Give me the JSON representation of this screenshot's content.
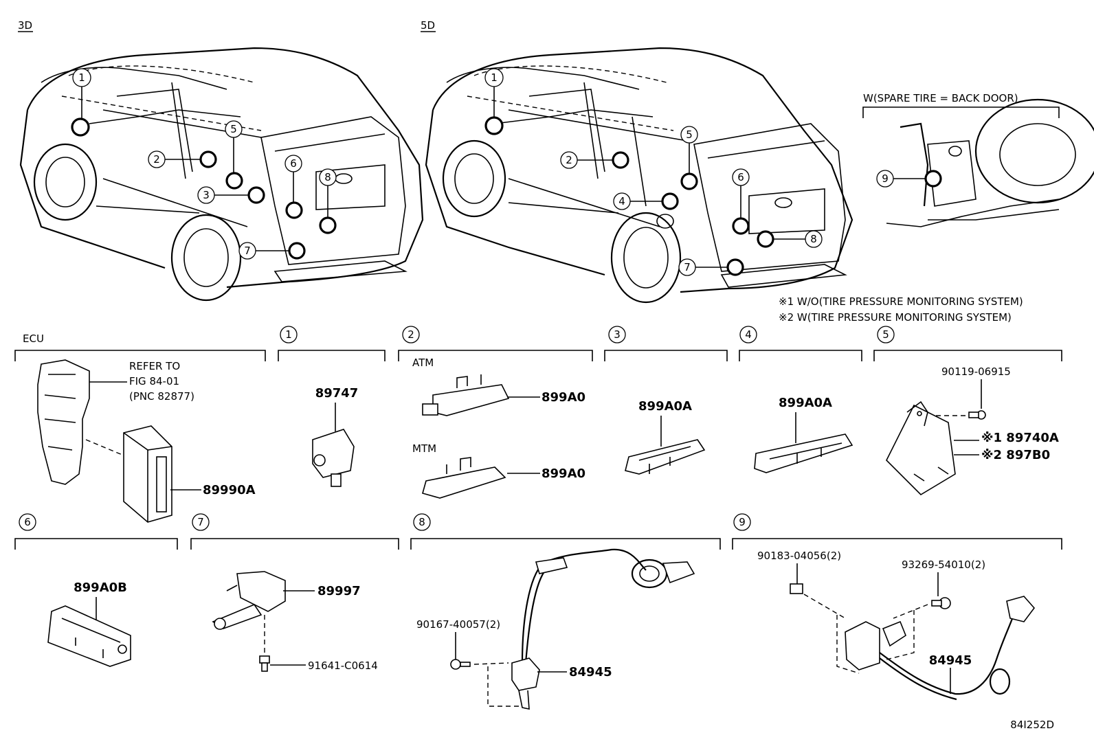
{
  "views": {
    "three_door": "3D",
    "five_door": "5D",
    "spare_tire": "W(SPARE TIRE = BACK DOOR)"
  },
  "notes": {
    "note1": "※1 W/O(TIRE PRESSURE MONITORING SYSTEM)",
    "note2": "※2 W(TIRE PRESSURE MONITORING SYSTEM)"
  },
  "callouts": [
    "1",
    "2",
    "3",
    "4",
    "5",
    "6",
    "7",
    "8",
    "9"
  ],
  "sections": {
    "ecu": {
      "title": "ECU",
      "refer": [
        "REFER TO",
        "FIG 84-01",
        "(PNC 82877)"
      ],
      "part": "89990A"
    },
    "s1": {
      "number": "1",
      "part": "89747"
    },
    "s2": {
      "number": "2",
      "atm": "ATM",
      "mtm": "MTM",
      "part_atm": "899A0",
      "part_mtm": "899A0"
    },
    "s3": {
      "number": "3",
      "part": "899A0A"
    },
    "s4": {
      "number": "4",
      "part": "899A0A"
    },
    "s5": {
      "number": "5",
      "bolt": "90119-06915",
      "part1": "※1 89740A",
      "part2": "※2 897B0"
    },
    "s6": {
      "number": "6",
      "part": "899A0B"
    },
    "s7": {
      "number": "7",
      "part": "89997",
      "bolt": "91641-C0614"
    },
    "s8": {
      "number": "8",
      "clip": "90167-40057(2)",
      "part": "84945"
    },
    "s9": {
      "number": "9",
      "nut": "90183-04056(2)",
      "clip": "93269-54010(2)",
      "part": "84945"
    }
  },
  "figure_code": "84I252D"
}
